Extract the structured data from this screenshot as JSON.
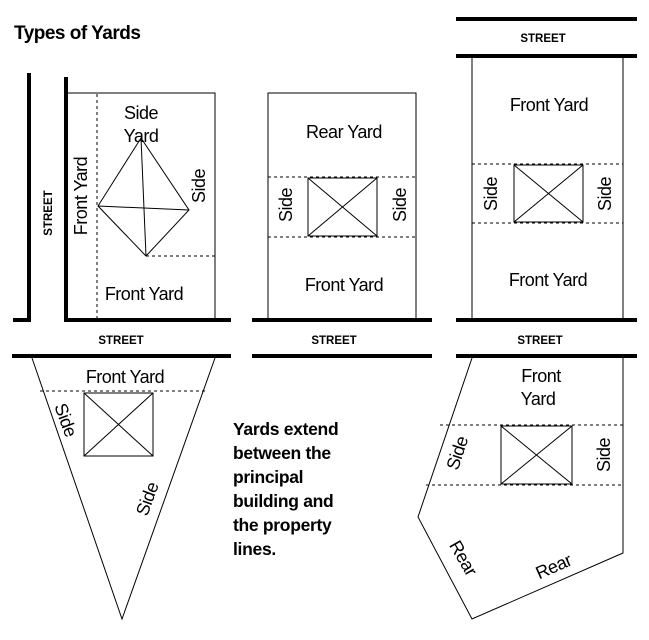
{
  "title": "Types of Yards",
  "labels": {
    "street": "STREET",
    "front_yard": "Front Yard",
    "side_yard_line1": "Side",
    "side_yard_line2": "Yard",
    "side": "Side",
    "rear_yard": "Rear Yard",
    "front": "Front",
    "yard": "Yard",
    "rear": "Rear"
  },
  "note_lines": [
    "Yards extend",
    "between the",
    "principal",
    "building and",
    "the property",
    "lines."
  ]
}
